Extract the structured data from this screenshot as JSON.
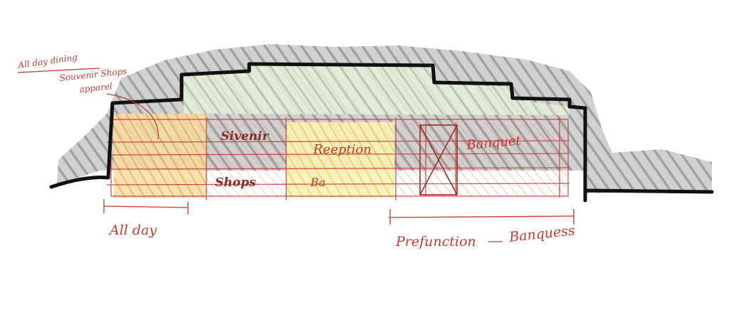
{
  "diagram": {
    "annotations": {
      "all_day_dining": "All day dining",
      "souvenir_shops_apparel_1": "Souvenir Shops",
      "souvenir_shops_apparel_2": "apparel",
      "souvenir": "Sivenir",
      "shops": "Shops",
      "reception": "Reeption",
      "bar": "Ba",
      "banquet": "Banquet",
      "all_day": "All day",
      "prefunction": "Prefunction",
      "banquet_span": "Banquess"
    },
    "colors": {
      "ink": "#111111",
      "red_pen": "#c23a34",
      "grey_shade": "#9a9a9a",
      "green_shade": "#b9cfa6",
      "yellow_shade": "#f3e38a",
      "orange_shade": "#f2b866"
    }
  }
}
